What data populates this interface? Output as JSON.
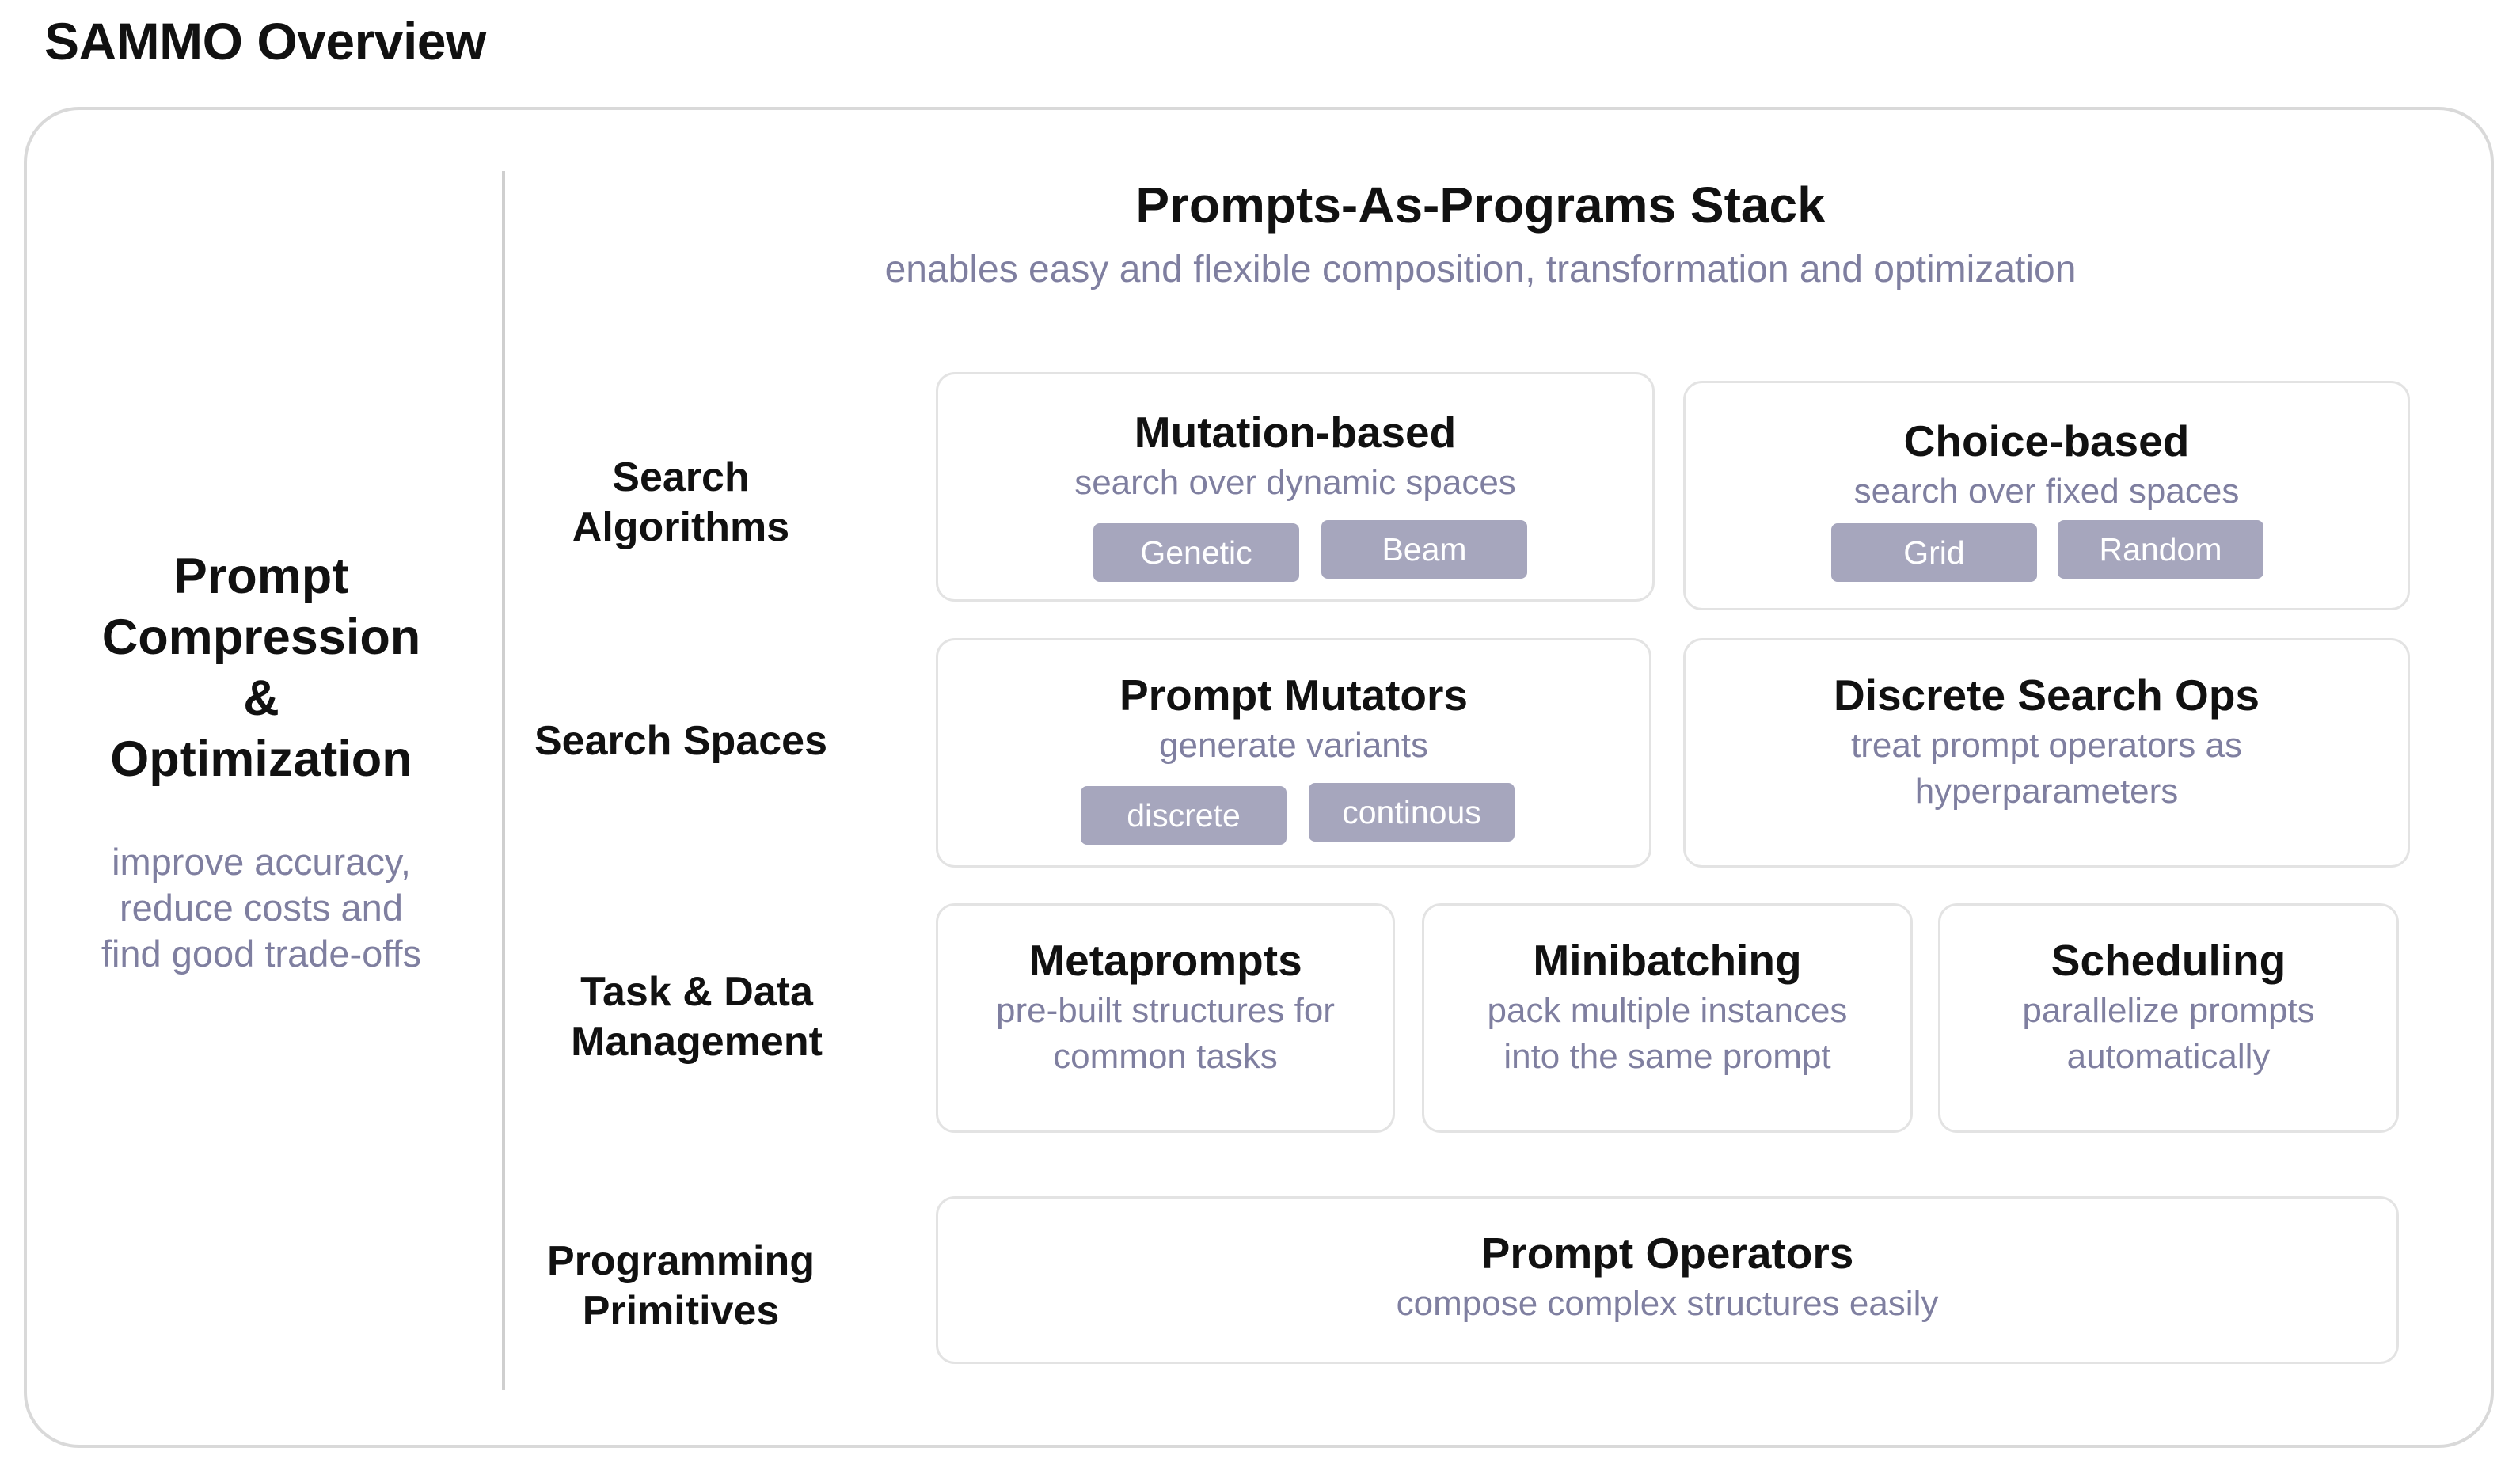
{
  "page_title": "SAMMO Overview",
  "left_panel": {
    "title_lines": [
      "Prompt",
      "Compression",
      "&",
      "Optimization"
    ],
    "subtitle_lines": [
      "improve accuracy,",
      "reduce costs and",
      "find good trade-offs"
    ]
  },
  "stack": {
    "title": "Prompts-As-Programs Stack",
    "subtitle": "enables easy and flexible composition, transformation and optimization"
  },
  "rows": [
    {
      "label_lines": [
        "Search",
        "Algorithms"
      ]
    },
    {
      "label_lines": [
        "Search Spaces"
      ]
    },
    {
      "label_lines": [
        "Task & Data",
        "Management"
      ]
    },
    {
      "label_lines": [
        "Programming",
        "Primitives"
      ]
    }
  ],
  "cards": {
    "mutation": {
      "title": "Mutation-based",
      "sub": "search over dynamic spaces",
      "chips": [
        "Genetic",
        "Beam"
      ]
    },
    "choice": {
      "title": "Choice-based",
      "sub": "search over fixed spaces",
      "chips": [
        "Grid",
        "Random"
      ]
    },
    "mutators": {
      "title": "Prompt Mutators",
      "sub": "generate variants",
      "chips": [
        "discrete",
        "continous"
      ]
    },
    "discrete_ops": {
      "title": "Discrete Search Ops",
      "sub_lines": [
        "treat prompt operators as",
        "hyperparameters"
      ]
    },
    "metaprompts": {
      "title": "Metaprompts",
      "sub_lines": [
        "pre-built structures for",
        "common tasks"
      ]
    },
    "minibatching": {
      "title": "Minibatching",
      "sub_lines": [
        "pack multiple instances",
        "into the same prompt"
      ]
    },
    "scheduling": {
      "title": "Scheduling",
      "sub_lines": [
        "parallelize prompts",
        "automatically"
      ]
    },
    "operators": {
      "title": "Prompt Operators",
      "sub": "compose complex structures easily"
    }
  },
  "colors": {
    "chip": "#a6a6bd",
    "muted_text": "#7f7fa0",
    "border": "#e3e3e3"
  }
}
